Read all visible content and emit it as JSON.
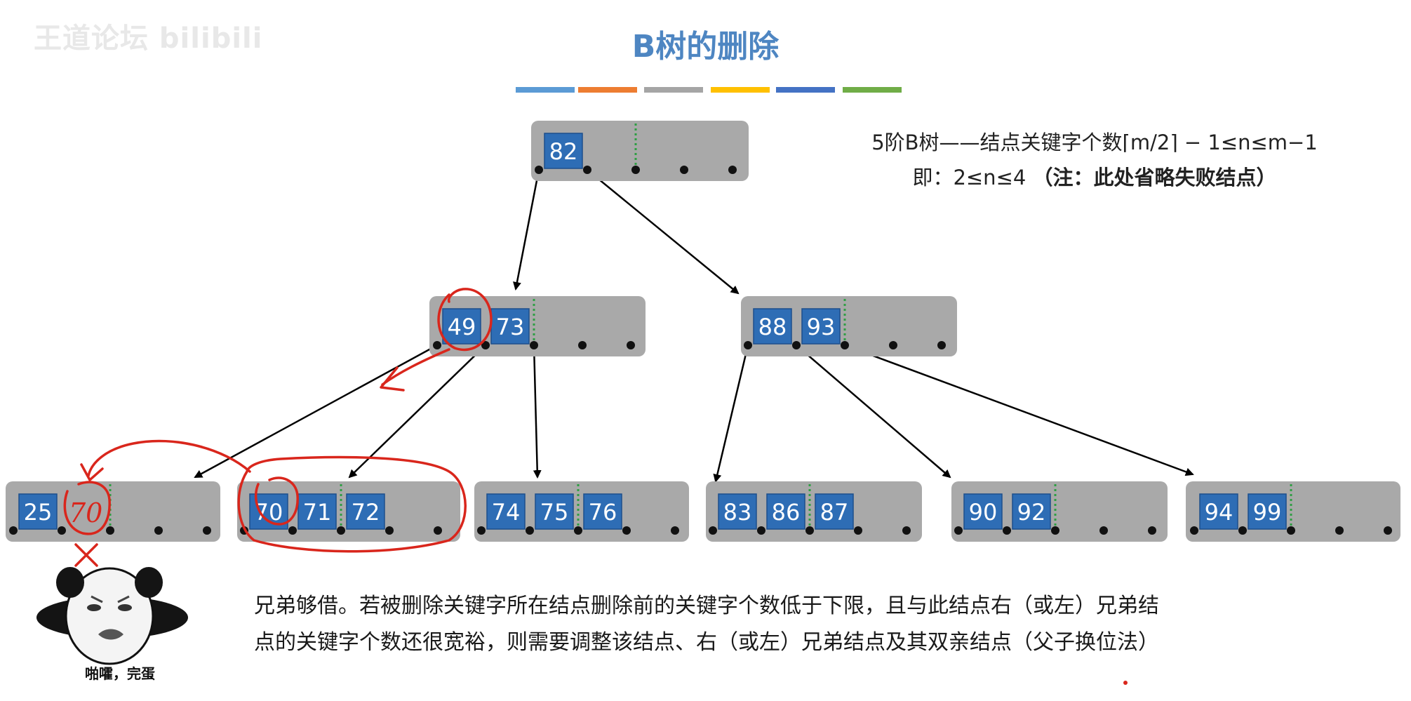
{
  "header": {
    "watermark": "王道论坛 bilibili",
    "title": "B树的删除",
    "color_bar": [
      "#5b9bd5",
      "#ed7d31",
      "#a5a5a5",
      "#ffc000",
      "#4472c4",
      "#70ad47"
    ]
  },
  "info": {
    "line1": "5阶B树——结点关键字个数⌈m/2⌉ − 1≤n≤m−1",
    "line2_prefix": "即：2≤n≤4 ",
    "line2_note": "（注：此处省略失败结点）"
  },
  "tree": {
    "root": [
      "82"
    ],
    "level1_left": [
      "49",
      "73"
    ],
    "level1_right": [
      "88",
      "93"
    ],
    "leaf1": [
      "25",
      "70"
    ],
    "leaf2": [
      "70",
      "71",
      "72"
    ],
    "leaf3": [
      "74",
      "75",
      "76"
    ],
    "leaf4": [
      "83",
      "86",
      "87"
    ],
    "leaf5": [
      "90",
      "92"
    ],
    "leaf6": [
      "94",
      "99"
    ]
  },
  "annotations": {
    "handwritten_70": "70",
    "cross_mark": "X"
  },
  "caption": {
    "line1": "兄弟够借。若被删除关键字所在结点删除前的关键字个数低于下限，且与此结点右（或左）兄弟结",
    "line2": "点的关键字个数还很宽裕，则需要调整该结点、右（或左）兄弟结点及其双亲结点（父子换位法）"
  },
  "meme": {
    "label": "啪嚯，完蛋"
  },
  "colors": {
    "node_box": "#a9a9a9",
    "key_fill": "#2e6db5",
    "divider": "#2f9e44",
    "annotation": "#d9261c",
    "title": "#4e86c2"
  }
}
